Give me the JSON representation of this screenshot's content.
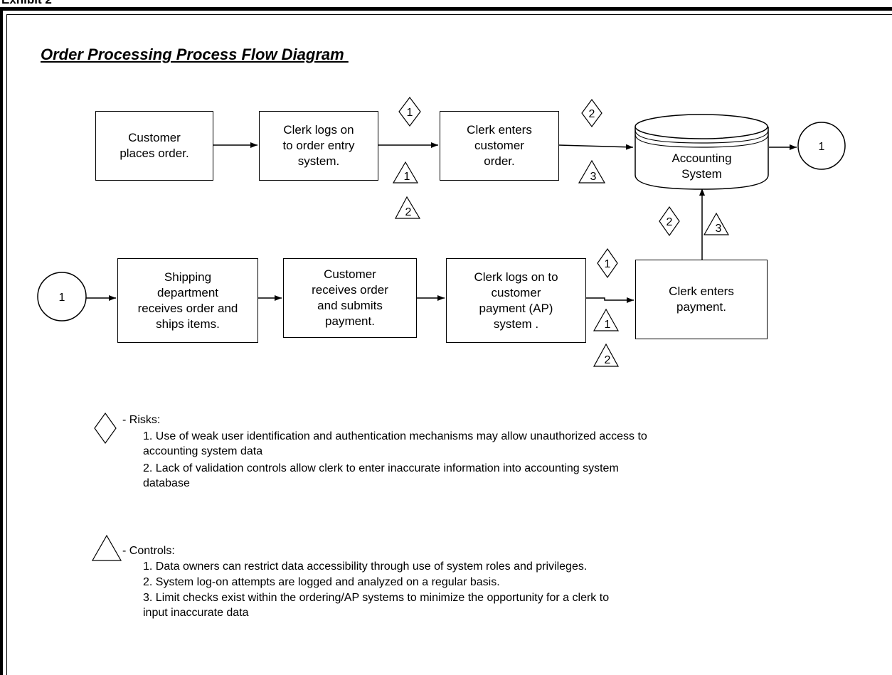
{
  "exhibit_label": "Exhibit 2",
  "title": "Order Processing Process Flow Diagram ",
  "process_boxes": {
    "customer_places_order": "Customer\nplaces order.",
    "clerk_logs_on_order_entry": "Clerk logs on\nto order entry\nsystem.",
    "clerk_enters_customer_order": "Clerk enters\ncustomer\norder.",
    "accounting_system": "Accounting\nSystem",
    "shipping_department": "Shipping\ndepartment\nreceives order and\nships items.",
    "customer_receives_order": "Customer\nreceives  order\nand submits\npayment.",
    "clerk_logs_on_payment": "Clerk  logs on to\ncustomer\npayment (AP)\nsystem .",
    "clerk_enters_payment": "Clerk enters\npayment."
  },
  "connectors": {
    "top_end": "1",
    "bottom_start": "1"
  },
  "markers": {
    "risk_a": "1",
    "control_a1": "1",
    "control_a2": "2",
    "risk_b": "2",
    "control_b": "3",
    "risk_c": "2",
    "control_c": "3",
    "risk_d": "1",
    "control_d1": "1",
    "control_d2": "2"
  },
  "legend": {
    "risks_label": "- Risks:",
    "risks": [
      "1. Use of weak user identification and authentication mechanisms may allow unauthorized access to\n   accounting system data",
      "2. Lack of validation controls allow clerk to enter inaccurate information into accounting system\n                    database"
    ],
    "controls_label": "- Controls:",
    "controls": [
      "1. Data owners can restrict data accessibility through use of system roles and privileges.",
      "2. System log-on attempts are logged and analyzed on a regular basis.",
      "3. Limit checks exist within the ordering/AP systems to minimize the opportunity for a clerk to\n   input inaccurate data"
    ]
  }
}
